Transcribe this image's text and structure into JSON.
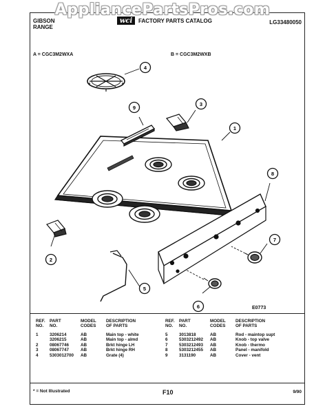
{
  "watermark": "AppliancePartsPros.com",
  "header": {
    "brand_line1": "GIBSON",
    "brand_line2": "RANGE",
    "logo_text": "wci",
    "catalog_title": "FACTORY PARTS CATALOG",
    "catalog_number": "LG33480050"
  },
  "models": {
    "a": "A = CGC3M2WXA",
    "b": "B = CGC3M2WXB"
  },
  "callouts": [
    "1",
    "2",
    "3",
    "4",
    "5",
    "6",
    "7",
    "8",
    "9"
  ],
  "figure_code": "E0773",
  "table_columns": {
    "ref": [
      "REF.",
      "NO."
    ],
    "part": [
      "PART",
      "NO."
    ],
    "code": [
      "MODEL",
      "CODES"
    ],
    "desc": [
      "DESCRIPTION",
      "OF PARTS"
    ]
  },
  "parts_left": [
    {
      "ref": "1",
      "part": "3206214",
      "code": "AB",
      "desc": "Main top - white"
    },
    {
      "ref": "",
      "part": "3206215",
      "code": "AB",
      "desc": "Main top - almd"
    },
    {
      "ref": "2",
      "part": "08067746",
      "code": "AB",
      "desc": "Brkt hinge LH"
    },
    {
      "ref": "3",
      "part": "08067747",
      "code": "AB",
      "desc": "Brkt hinge RH"
    },
    {
      "ref": "4",
      "part": "5303012700",
      "code": "AB",
      "desc": "Grate (4)"
    }
  ],
  "parts_right": [
    {
      "ref": "5",
      "part": "3013818",
      "code": "AB",
      "desc": "Rod - maintop supt"
    },
    {
      "ref": "6",
      "part": "5303212492",
      "code": "AB",
      "desc": "Knob - top valve"
    },
    {
      "ref": "7",
      "part": "5303212493",
      "code": "AB",
      "desc": "Knob - thermo"
    },
    {
      "ref": "8",
      "part": "5303212455",
      "code": "AB",
      "desc": "Panel - manifold"
    },
    {
      "ref": "9",
      "part": "3131190",
      "code": "AB",
      "desc": "Cover - vent"
    }
  ],
  "footer": {
    "note": "* = Not Illustrated",
    "page": "F10",
    "date": "9/90"
  }
}
